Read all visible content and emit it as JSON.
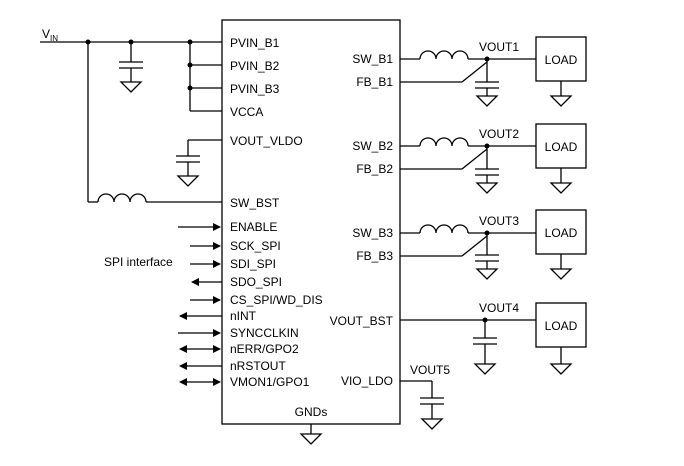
{
  "supply": {
    "main": "V",
    "sub": "IN"
  },
  "ic": {
    "left_pins": [
      "PVIN_B1",
      "PVIN_B2",
      "PVIN_B3",
      "VCCA",
      "VOUT_VLDO",
      "SW_BST",
      "ENABLE",
      "SCK_SPI",
      "SDI_SPI",
      "SDO_SPI",
      "CS_SPI/WD_DIS",
      "nINT",
      "SYNCCLKIN",
      "nERR/GPO2",
      "nRSTOUT",
      "VMON1/GPO1"
    ],
    "right_pins": [
      "SW_B1",
      "FB_B1",
      "SW_B2",
      "FB_B2",
      "SW_B3",
      "FB_B3",
      "VOUT_BST",
      "VIO_LDO"
    ],
    "bottom_pin": "GNDs"
  },
  "spi_label": "SPI interface",
  "outputs": [
    "VOUT1",
    "VOUT2",
    "VOUT3",
    "VOUT4",
    "VOUT5"
  ],
  "load_label": "LOAD"
}
